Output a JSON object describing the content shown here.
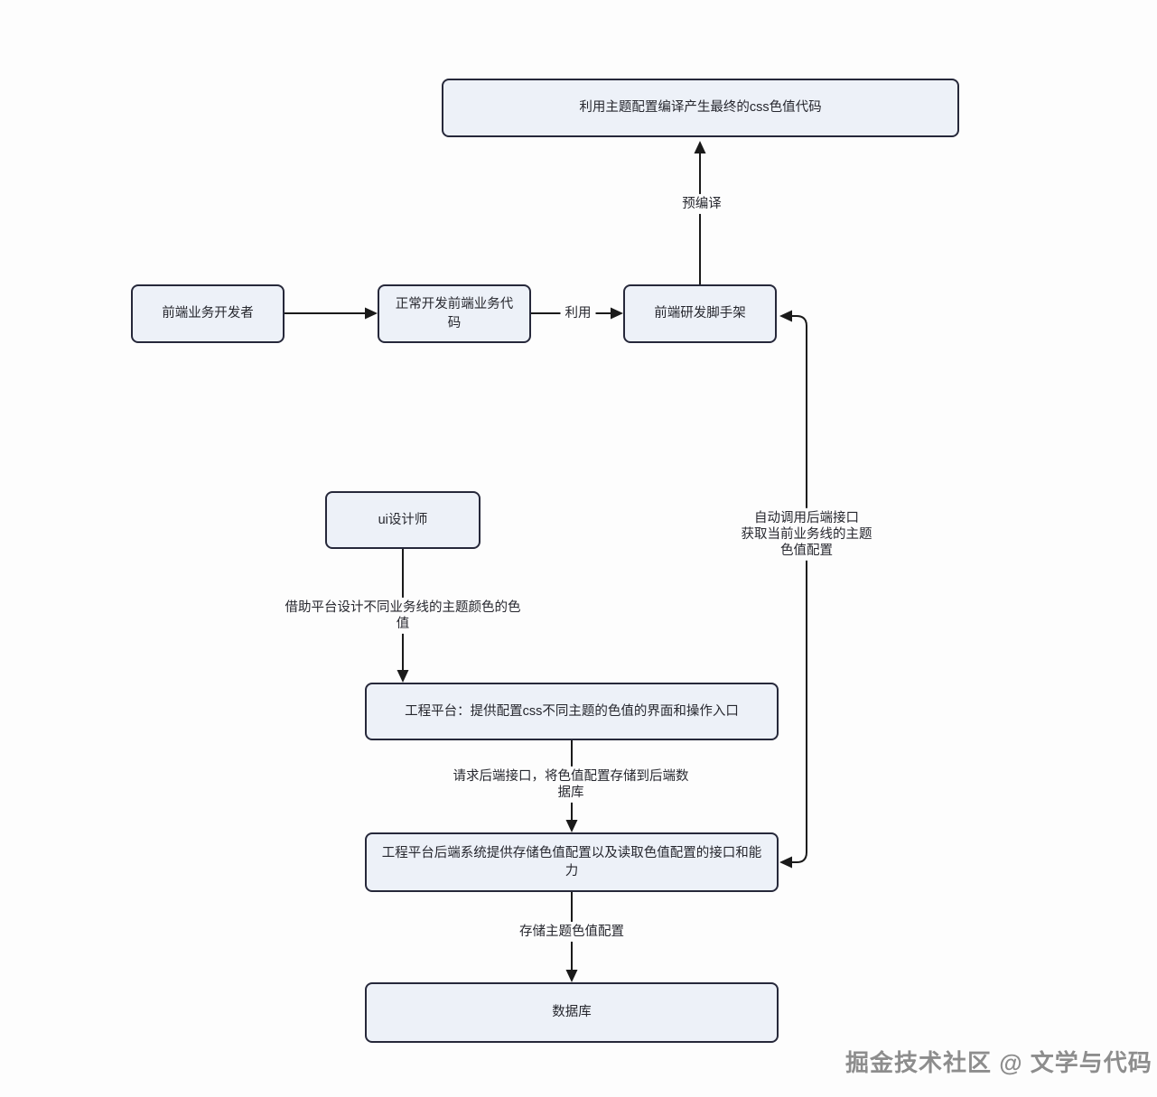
{
  "diagram": {
    "nodes": {
      "compile_output": {
        "label": "利用主题配置编译产生最终的css色值代码"
      },
      "fe_developer": {
        "label": "前端业务开发者"
      },
      "dev_code": {
        "label": "正常开发前端业务代码"
      },
      "scaffold": {
        "label": "前端研发脚手架"
      },
      "ui_designer": {
        "label": "ui设计师"
      },
      "platform": {
        "label": "工程平台：提供配置css不同主题的色值的界面和操作入口"
      },
      "backend": {
        "label": "工程平台后端系统提供存储色值配置以及读取色值配置的接口和能力"
      },
      "database": {
        "label": "数据库"
      }
    },
    "edge_labels": {
      "precompile": "预编译",
      "use": "利用",
      "design": "借助平台设计不同业务线的主题颜色的色\n值",
      "request_store": "请求后端接口，将色值配置存储到后端数\n据库",
      "auto_call": "自动调用后端接口\n获取当前业务线的主题\n色值配置",
      "store_theme": "存储主题色值配置"
    },
    "colors": {
      "node_fill": "#edf1f8",
      "node_border": "#26283a",
      "arrow": "#1a1a1a",
      "background": "#fdfdfd"
    }
  },
  "watermark": "掘金技术社区 @ 文学与代码"
}
